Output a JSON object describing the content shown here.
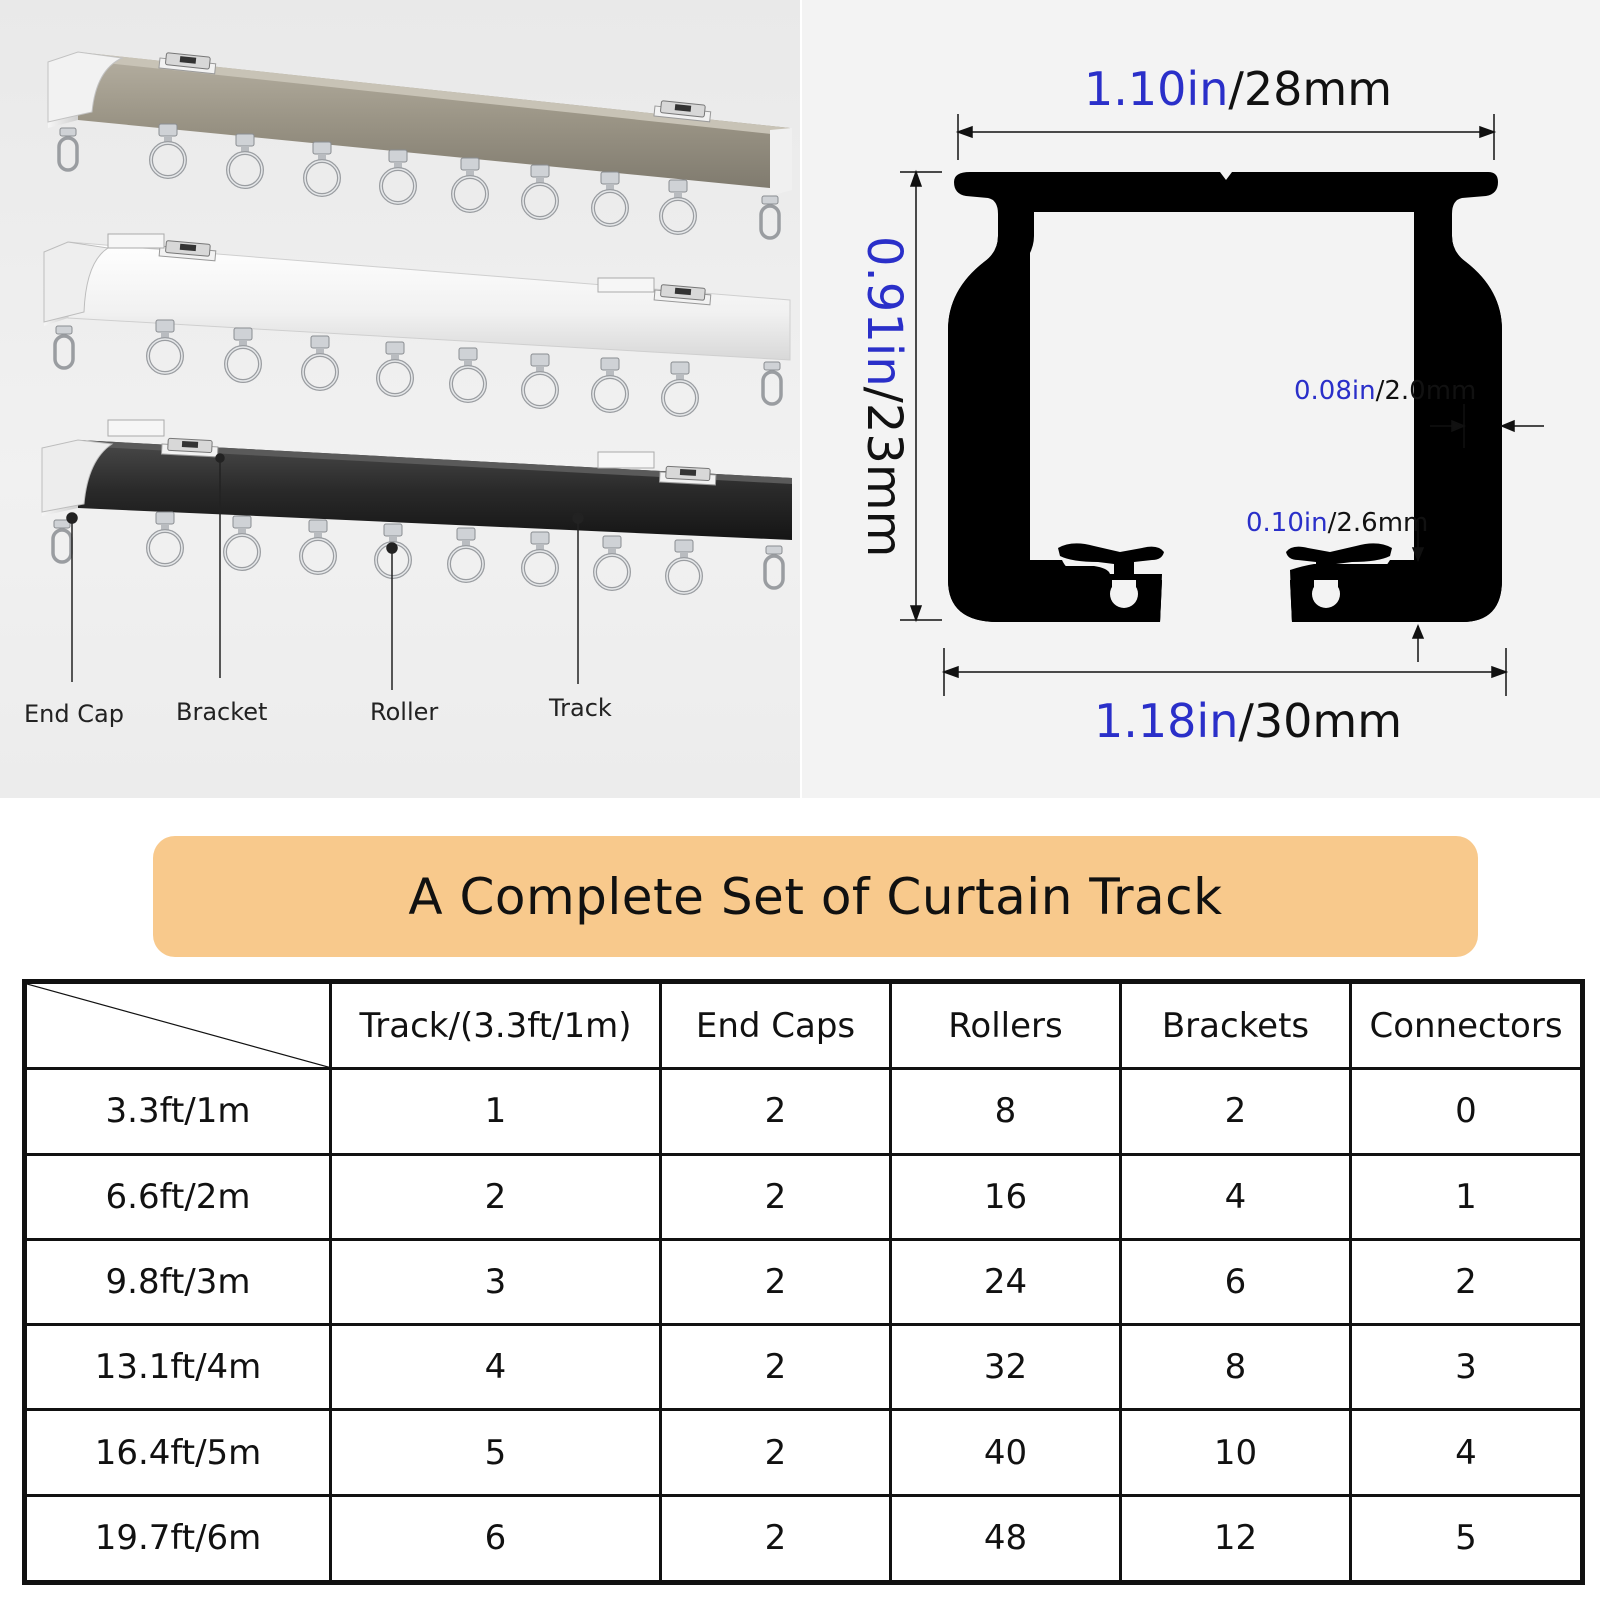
{
  "diagram": {
    "parts": {
      "end_cap": "End Cap",
      "bracket": "Bracket",
      "roller": "Roller",
      "track": "Track"
    },
    "dimensions": {
      "top_width": {
        "imperial": "1.10in",
        "metric": "/28mm"
      },
      "height": {
        "imperial": "0.91in",
        "metric": "/23mm"
      },
      "wall_thickness": {
        "imperial": "0.08in",
        "metric": "/2.0mm"
      },
      "lip_thickness": {
        "imperial": "0.10in",
        "metric": "/2.6mm"
      },
      "bottom_width": {
        "imperial": "1.18in",
        "metric": "/30mm"
      }
    },
    "track_colors": [
      "#a09a8c",
      "#f4f4f4",
      "#2b2b2b"
    ],
    "accent_blue": "#2a2fc9"
  },
  "banner": {
    "title": "A Complete Set of Curtain Track",
    "color": "#f8c98c"
  },
  "table": {
    "headers": [
      "Track/(3.3ft/1m)",
      "End Caps",
      "Rollers",
      "Brackets",
      "Connectors"
    ],
    "rows": [
      {
        "length": "3.3ft/1m",
        "values": [
          "1",
          "2",
          "8",
          "2",
          "0"
        ]
      },
      {
        "length": "6.6ft/2m",
        "values": [
          "2",
          "2",
          "16",
          "4",
          "1"
        ]
      },
      {
        "length": "9.8ft/3m",
        "values": [
          "3",
          "2",
          "24",
          "6",
          "2"
        ]
      },
      {
        "length": "13.1ft/4m",
        "values": [
          "4",
          "2",
          "32",
          "8",
          "3"
        ]
      },
      {
        "length": "16.4ft/5m",
        "values": [
          "5",
          "2",
          "40",
          "10",
          "4"
        ]
      },
      {
        "length": "19.7ft/6m",
        "values": [
          "6",
          "2",
          "48",
          "12",
          "5"
        ]
      }
    ]
  }
}
